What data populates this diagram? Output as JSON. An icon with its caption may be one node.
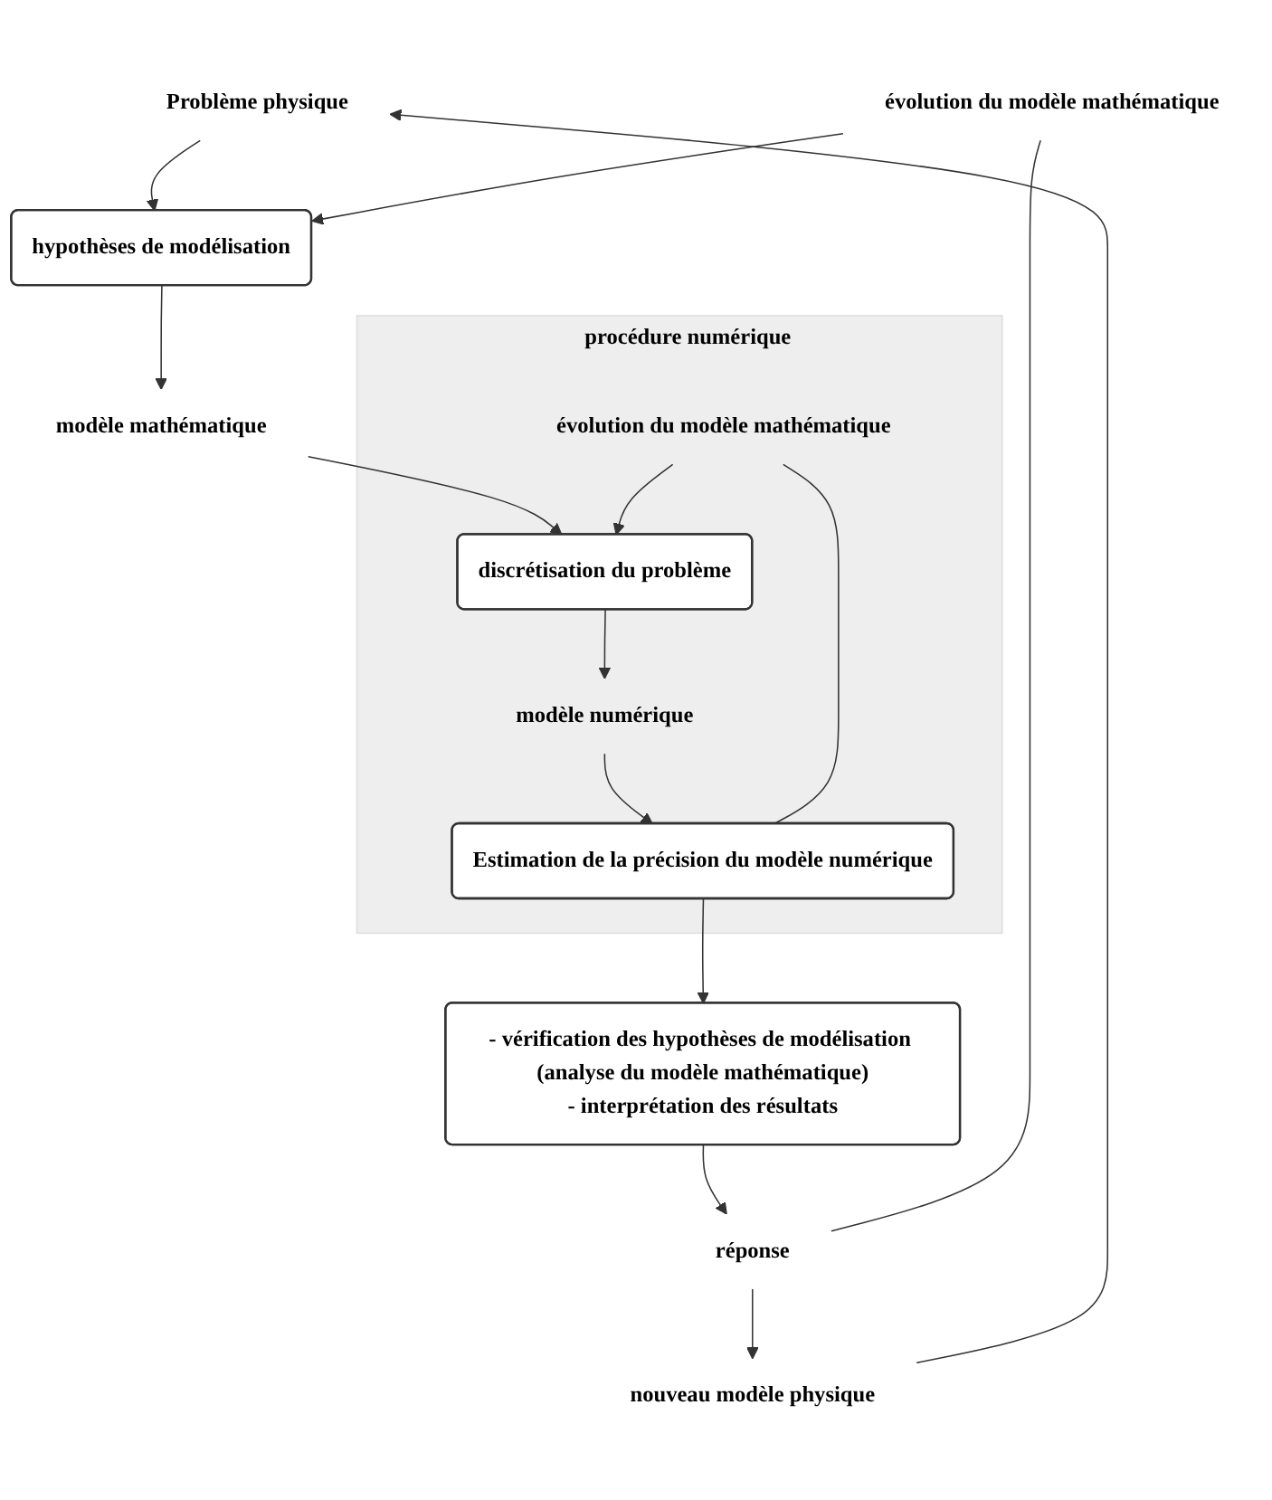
{
  "diagram": {
    "nodes": [
      {
        "text": [
          "Problème physique"
        ]
      },
      {
        "text": [
          "hypothèses de modélisation"
        ]
      },
      {
        "text": [
          "évolution du modèle mathématique"
        ]
      },
      {
        "text": [
          "modèle mathématique"
        ]
      },
      {
        "text": [
          "procédure numérique"
        ]
      },
      {
        "text": [
          "discrétisation du problème"
        ],
        "in": 4
      },
      {
        "text": [
          "évolution du modèle mathématique"
        ],
        "in": 4
      },
      {
        "text": [
          "modèle numérique"
        ],
        "in": 4
      },
      {
        "text": [
          "Estimation de la précision du modèle numérique"
        ],
        "in": 4
      },
      {
        "text": [
          "- vérification des hypothèses de modélisation (analyse du modèle mathématique)",
          "- interprétation des résultats"
        ]
      },
      {
        "text": [
          "réponse"
        ]
      },
      {
        "text": [
          "nouveau modèle physique"
        ]
      }
    ],
    "edges": [
      {
        "from": 0,
        "to": 1,
        "arrow": "to"
      },
      {
        "from": 2,
        "to": 1,
        "arrow": "to"
      },
      {
        "from": 1,
        "to": 3,
        "arrow": "to"
      },
      {
        "from": 3,
        "to": 5,
        "arrow": "to"
      },
      {
        "from": 6,
        "to": 5,
        "arrow": "to"
      },
      {
        "from": 5,
        "to": 7,
        "arrow": "to"
      },
      {
        "from": 7,
        "to": 8,
        "arrow": "to"
      },
      {
        "from": 8,
        "to": 6,
        "arrow": "none"
      },
      {
        "from": 8,
        "to": 9,
        "arrow": "to"
      },
      {
        "from": 9,
        "to": 10,
        "arrow": "to"
      },
      {
        "from": 10,
        "to": 2,
        "arrow": "none"
      },
      {
        "from": 10,
        "to": 11,
        "arrow": "to"
      },
      {
        "from": 11,
        "to": 0,
        "arrow": "to"
      }
    ]
  }
}
